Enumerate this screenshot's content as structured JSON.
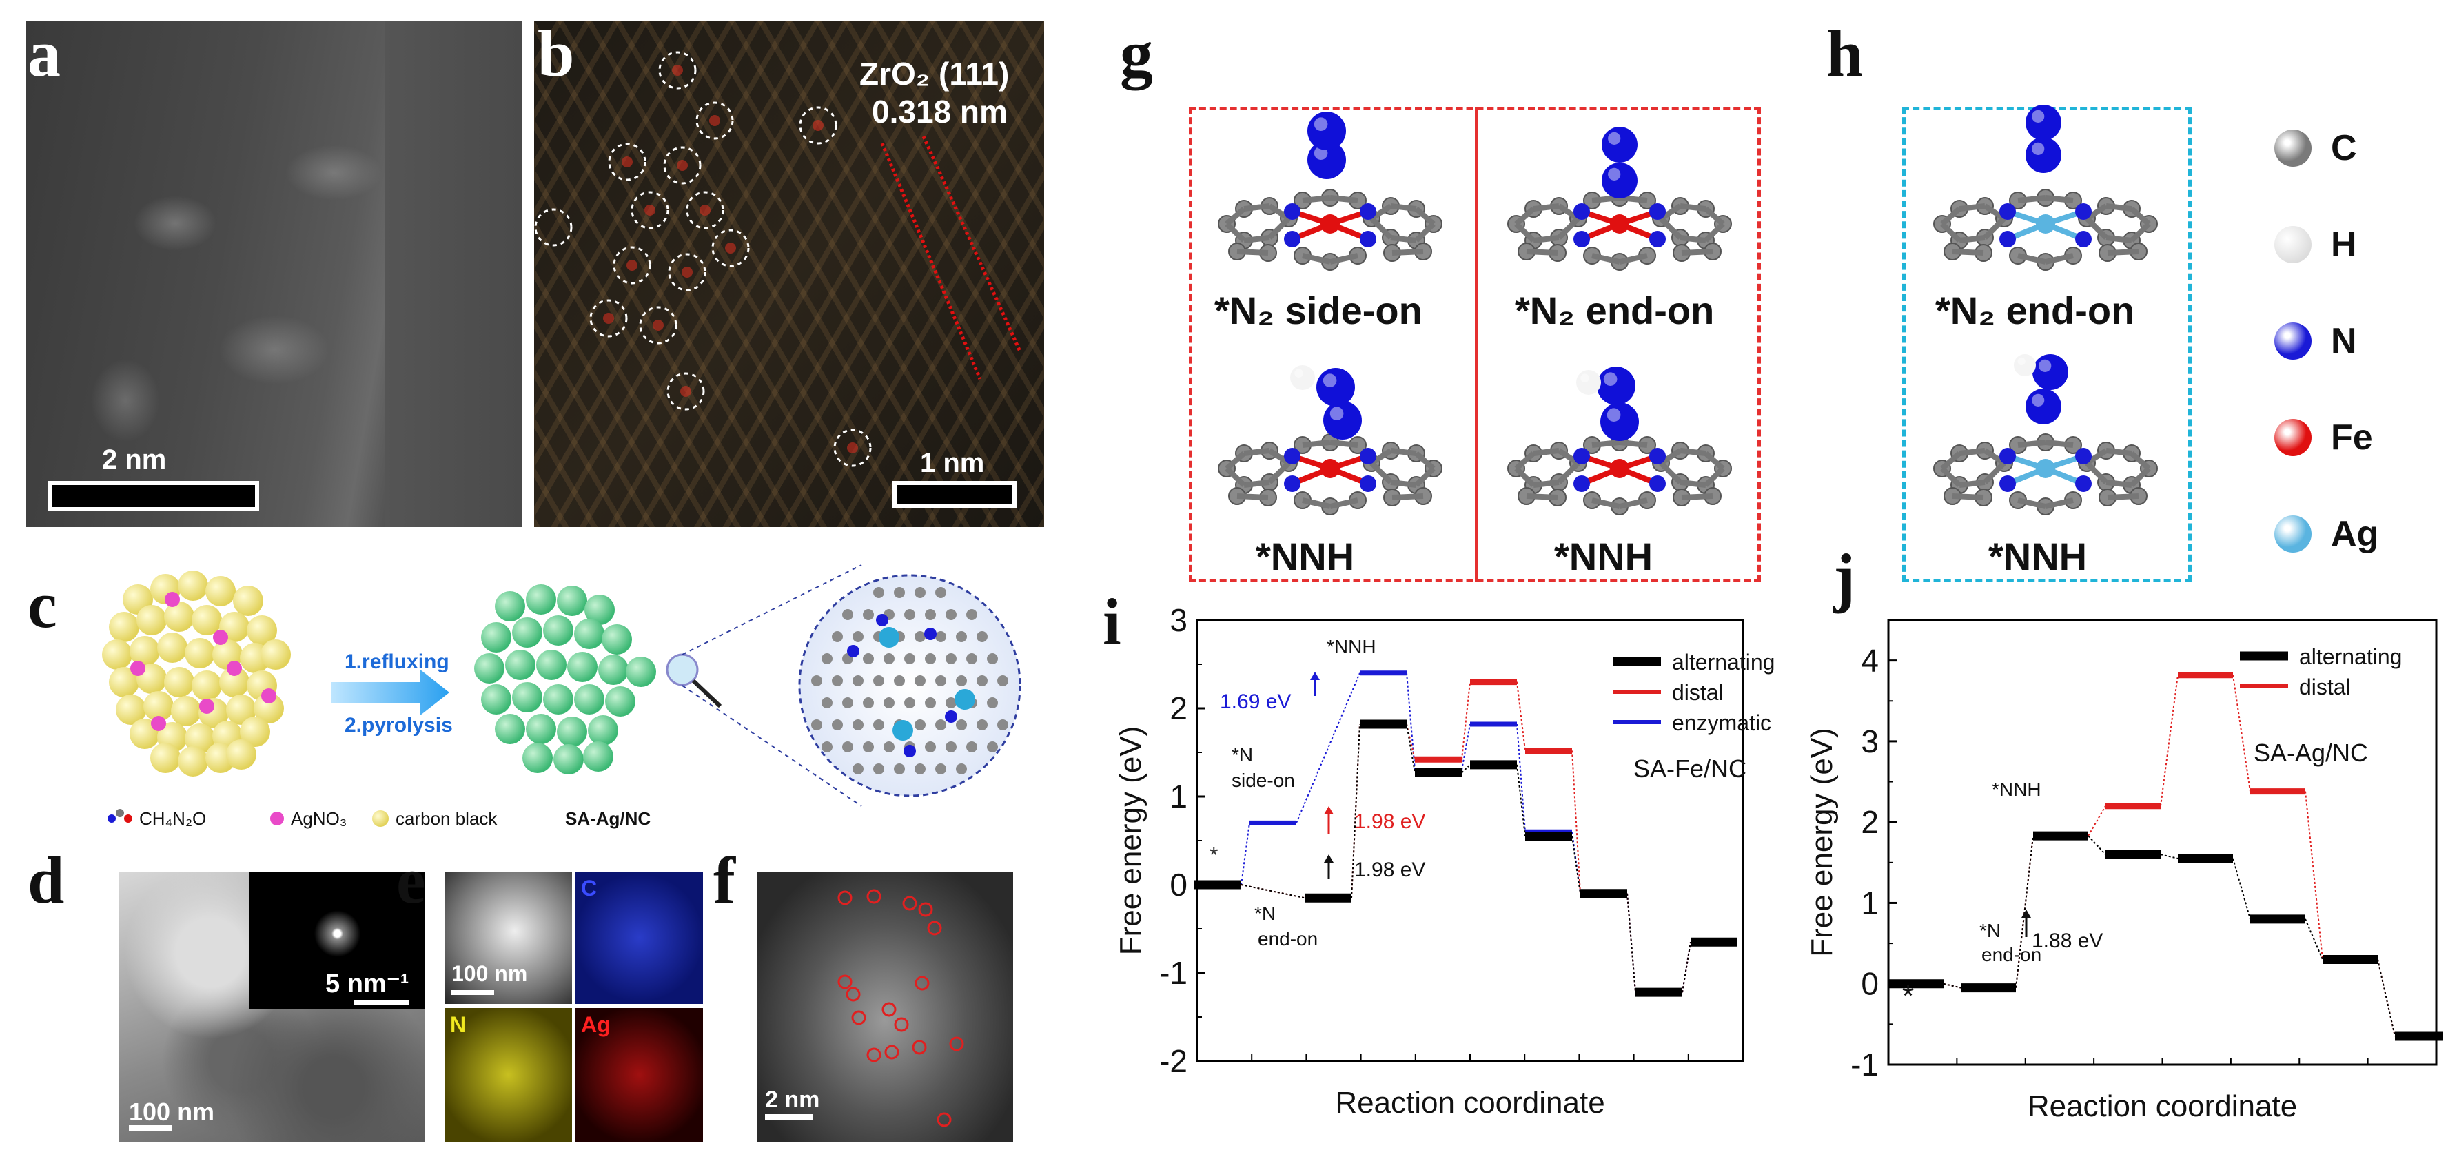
{
  "panels": {
    "a": {
      "label": "a",
      "scale": "2 nm"
    },
    "b": {
      "label": "b",
      "scale": "1 nm",
      "lattice_line1": "ZrO₂ (111)",
      "lattice_line2": "0.318 nm"
    },
    "c": {
      "label": "c",
      "step1": "1.refluxing",
      "step2": "2.pyrolysis",
      "legend": [
        "CH₄N₂O",
        "AgNO₃",
        "carbon black"
      ],
      "product": "SA-Ag/NC"
    },
    "d": {
      "label": "d",
      "scale": "100 nm",
      "inset_scale": "5 nm⁻¹"
    },
    "e": {
      "label": "e",
      "scale": "100 nm",
      "maps": [
        "C",
        "N",
        "Ag"
      ]
    },
    "f": {
      "label": "f",
      "scale": "2 nm"
    },
    "g": {
      "label": "g",
      "captions": [
        "*N₂ side-on",
        "*N₂ end-on",
        "*NNH",
        "*NNH"
      ]
    },
    "h": {
      "label": "h",
      "captions": [
        "*N₂ end-on",
        "*NNH"
      ]
    },
    "atom_legend": [
      {
        "symbol": "C",
        "color": "#7a7a7a"
      },
      {
        "symbol": "H",
        "color": "#f2f2f2"
      },
      {
        "symbol": "N",
        "color": "#1a1ad6"
      },
      {
        "symbol": "Fe",
        "color": "#e01010"
      },
      {
        "symbol": "Ag",
        "color": "#5ab4e0"
      }
    ]
  },
  "chart_data": [
    {
      "id": "i",
      "type": "line",
      "xlabel": "Reaction coordinate",
      "ylabel": "Free energy (eV)",
      "ylim": [
        -2,
        3
      ],
      "yticks": [
        -2,
        -1,
        0,
        1,
        2,
        3
      ],
      "legend_position": "top-right",
      "inset_label": "SA-Fe/NC",
      "series": [
        {
          "name": "alternating",
          "color": "#000000",
          "steps": [
            [
              0,
              0
            ],
            [
              2,
              -0.15
            ],
            [
              3,
              1.82
            ],
            [
              4,
              1.27
            ],
            [
              5,
              1.36
            ],
            [
              6,
              0.55
            ],
            [
              7,
              -0.1
            ],
            [
              8,
              -1.22
            ],
            [
              9,
              -0.65
            ]
          ]
        },
        {
          "name": "distal",
          "color": "#e02020",
          "steps": [
            [
              0,
              0
            ],
            [
              2,
              -0.15
            ],
            [
              3,
              1.82
            ],
            [
              4,
              1.42
            ],
            [
              5,
              2.3
            ],
            [
              6,
              1.52
            ],
            [
              7,
              -0.1
            ],
            [
              8,
              -1.22
            ],
            [
              9,
              -0.65
            ]
          ]
        },
        {
          "name": "enzymatic",
          "color": "#1a1ad6",
          "steps": [
            [
              0,
              0
            ],
            [
              1,
              0.7
            ],
            [
              3,
              2.4
            ],
            [
              4,
              1.3
            ],
            [
              5,
              1.82
            ],
            [
              6,
              0.6
            ],
            [
              7,
              -0.1
            ],
            [
              8,
              -1.22
            ],
            [
              9,
              -0.65
            ]
          ]
        }
      ],
      "annotations": [
        "*",
        "*N₂ side-on",
        "*N₂ end-on",
        "*NNH",
        "1.69 eV",
        "1.98 eV",
        "1.98 eV"
      ]
    },
    {
      "id": "j",
      "type": "line",
      "xlabel": "Reaction coordinate",
      "ylabel": "Free energy (eV)",
      "ylim": [
        -1,
        4.5
      ],
      "yticks": [
        -1,
        0,
        1,
        2,
        3,
        4
      ],
      "legend_position": "top-right",
      "inset_label": "SA-Ag/NC",
      "series": [
        {
          "name": "alternating",
          "color": "#000000",
          "steps": [
            [
              0,
              0
            ],
            [
              1,
              -0.05
            ],
            [
              2,
              1.83
            ],
            [
              3,
              1.6
            ],
            [
              4,
              1.55
            ],
            [
              5,
              0.8
            ],
            [
              6,
              0.3
            ],
            [
              7,
              -0.65
            ]
          ]
        },
        {
          "name": "distal",
          "color": "#e02020",
          "steps": [
            [
              0,
              0
            ],
            [
              1,
              -0.05
            ],
            [
              2,
              1.83
            ],
            [
              3,
              2.2
            ],
            [
              4,
              3.82
            ],
            [
              5,
              2.38
            ],
            [
              6,
              0.3
            ],
            [
              7,
              -0.65
            ]
          ]
        }
      ],
      "annotations": [
        "*",
        "*N₂ end-on",
        "*NNH",
        "1.88 eV"
      ]
    }
  ]
}
